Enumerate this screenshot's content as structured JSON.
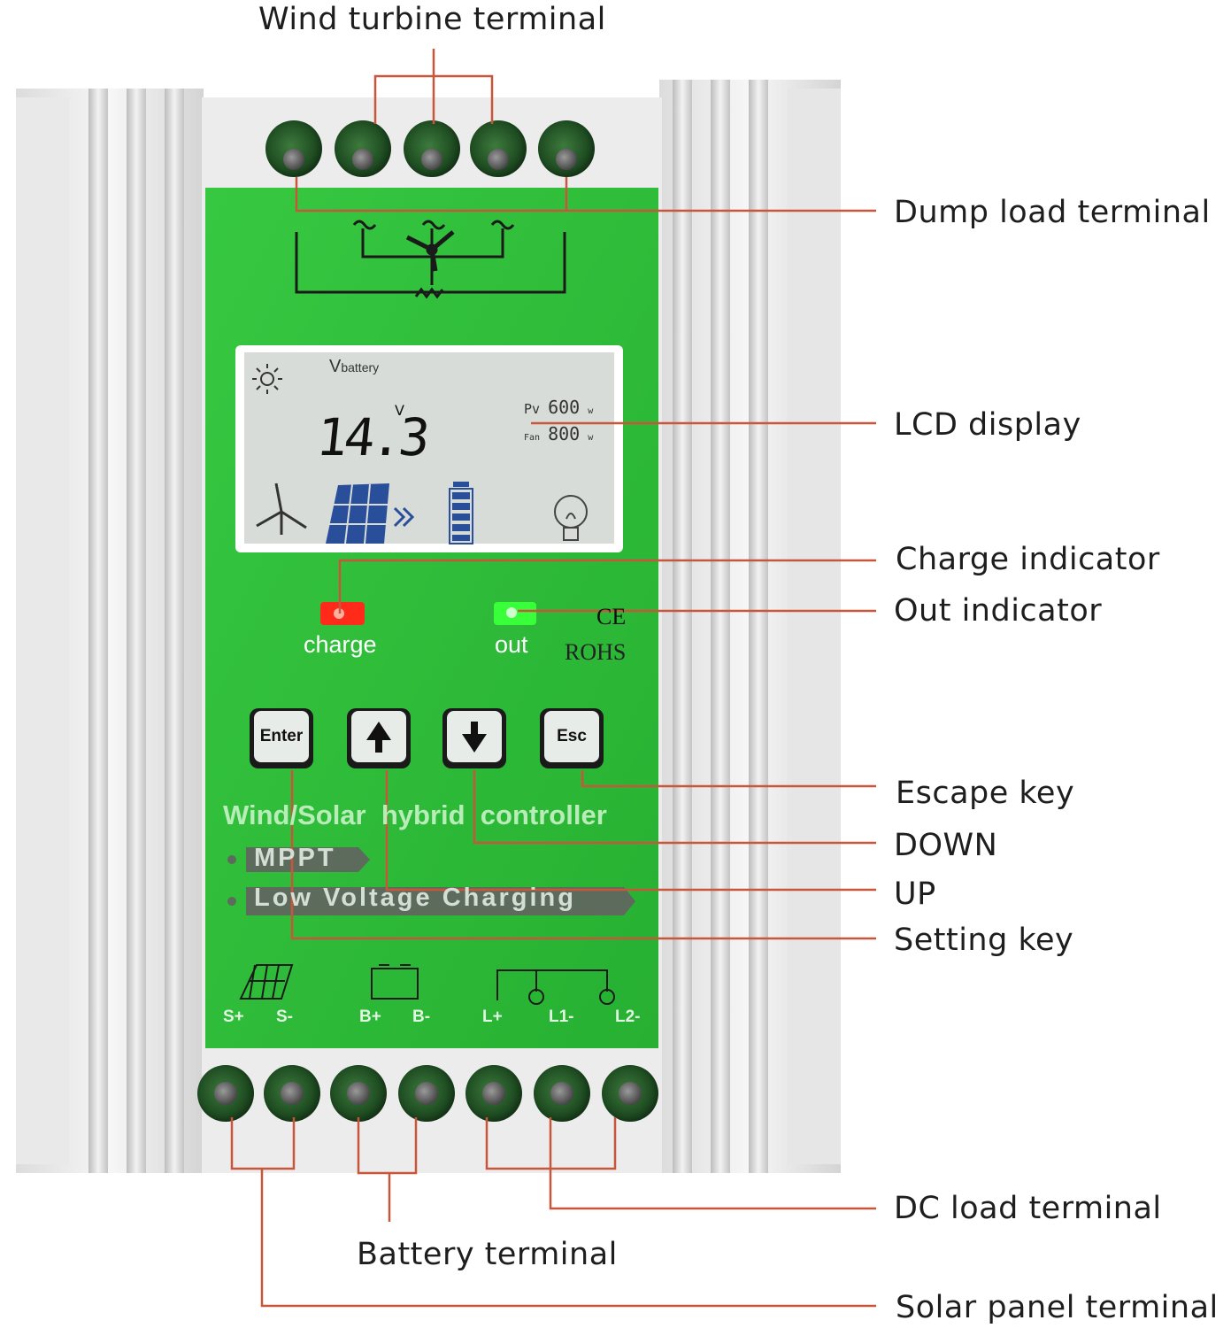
{
  "callouts": {
    "wind_turbine": "Wind turbine terminal",
    "dump_load": "Dump load terminal",
    "lcd_display": "LCD display",
    "charge_indicator": "Charge indicator",
    "out_indicator": "Out indicator",
    "escape_key": "Escape key",
    "down": "DOWN",
    "up": "UP",
    "setting_key": "Setting key",
    "dc_load": "DC load terminal",
    "battery": "Battery terminal",
    "solar_panel": "Solar panel terminal"
  },
  "lcd": {
    "v_label": "V",
    "v_sub": "battery",
    "voltage": "14.3",
    "unit": "V",
    "pv_label": "Pv",
    "pv_value": "600",
    "pv_unit": "w",
    "fan_label": "Fan",
    "fan_value": "800",
    "fan_unit": "w"
  },
  "indicators": {
    "charge": "charge",
    "out": "out"
  },
  "marks": {
    "ce": "CE",
    "rohs": "ROHS"
  },
  "buttons": {
    "enter": "Enter",
    "esc": "Esc"
  },
  "panel": {
    "title": "Wind/Solar  hybrid  controller",
    "mppt": "MPPT",
    "low_voltage": "Low Voltage Charging"
  },
  "terminals": {
    "s_plus": "S+",
    "s_minus": "S-",
    "b_plus": "B+",
    "b_minus": "B-",
    "l_plus": "L+",
    "l1": "L1-",
    "l2": "L2-"
  },
  "colors": {
    "panel_green": "#2fc13a",
    "leader_line": "#c8563a",
    "charge_led": "#ff2a1a",
    "out_led": "#39ff3a",
    "lcd_bg": "#d8dcd8"
  },
  "icons": [
    "sun-icon",
    "wind-turbine-icon",
    "solar-panel-icon",
    "battery-icon",
    "bulb-icon",
    "up-arrow-icon",
    "down-arrow-icon"
  ]
}
